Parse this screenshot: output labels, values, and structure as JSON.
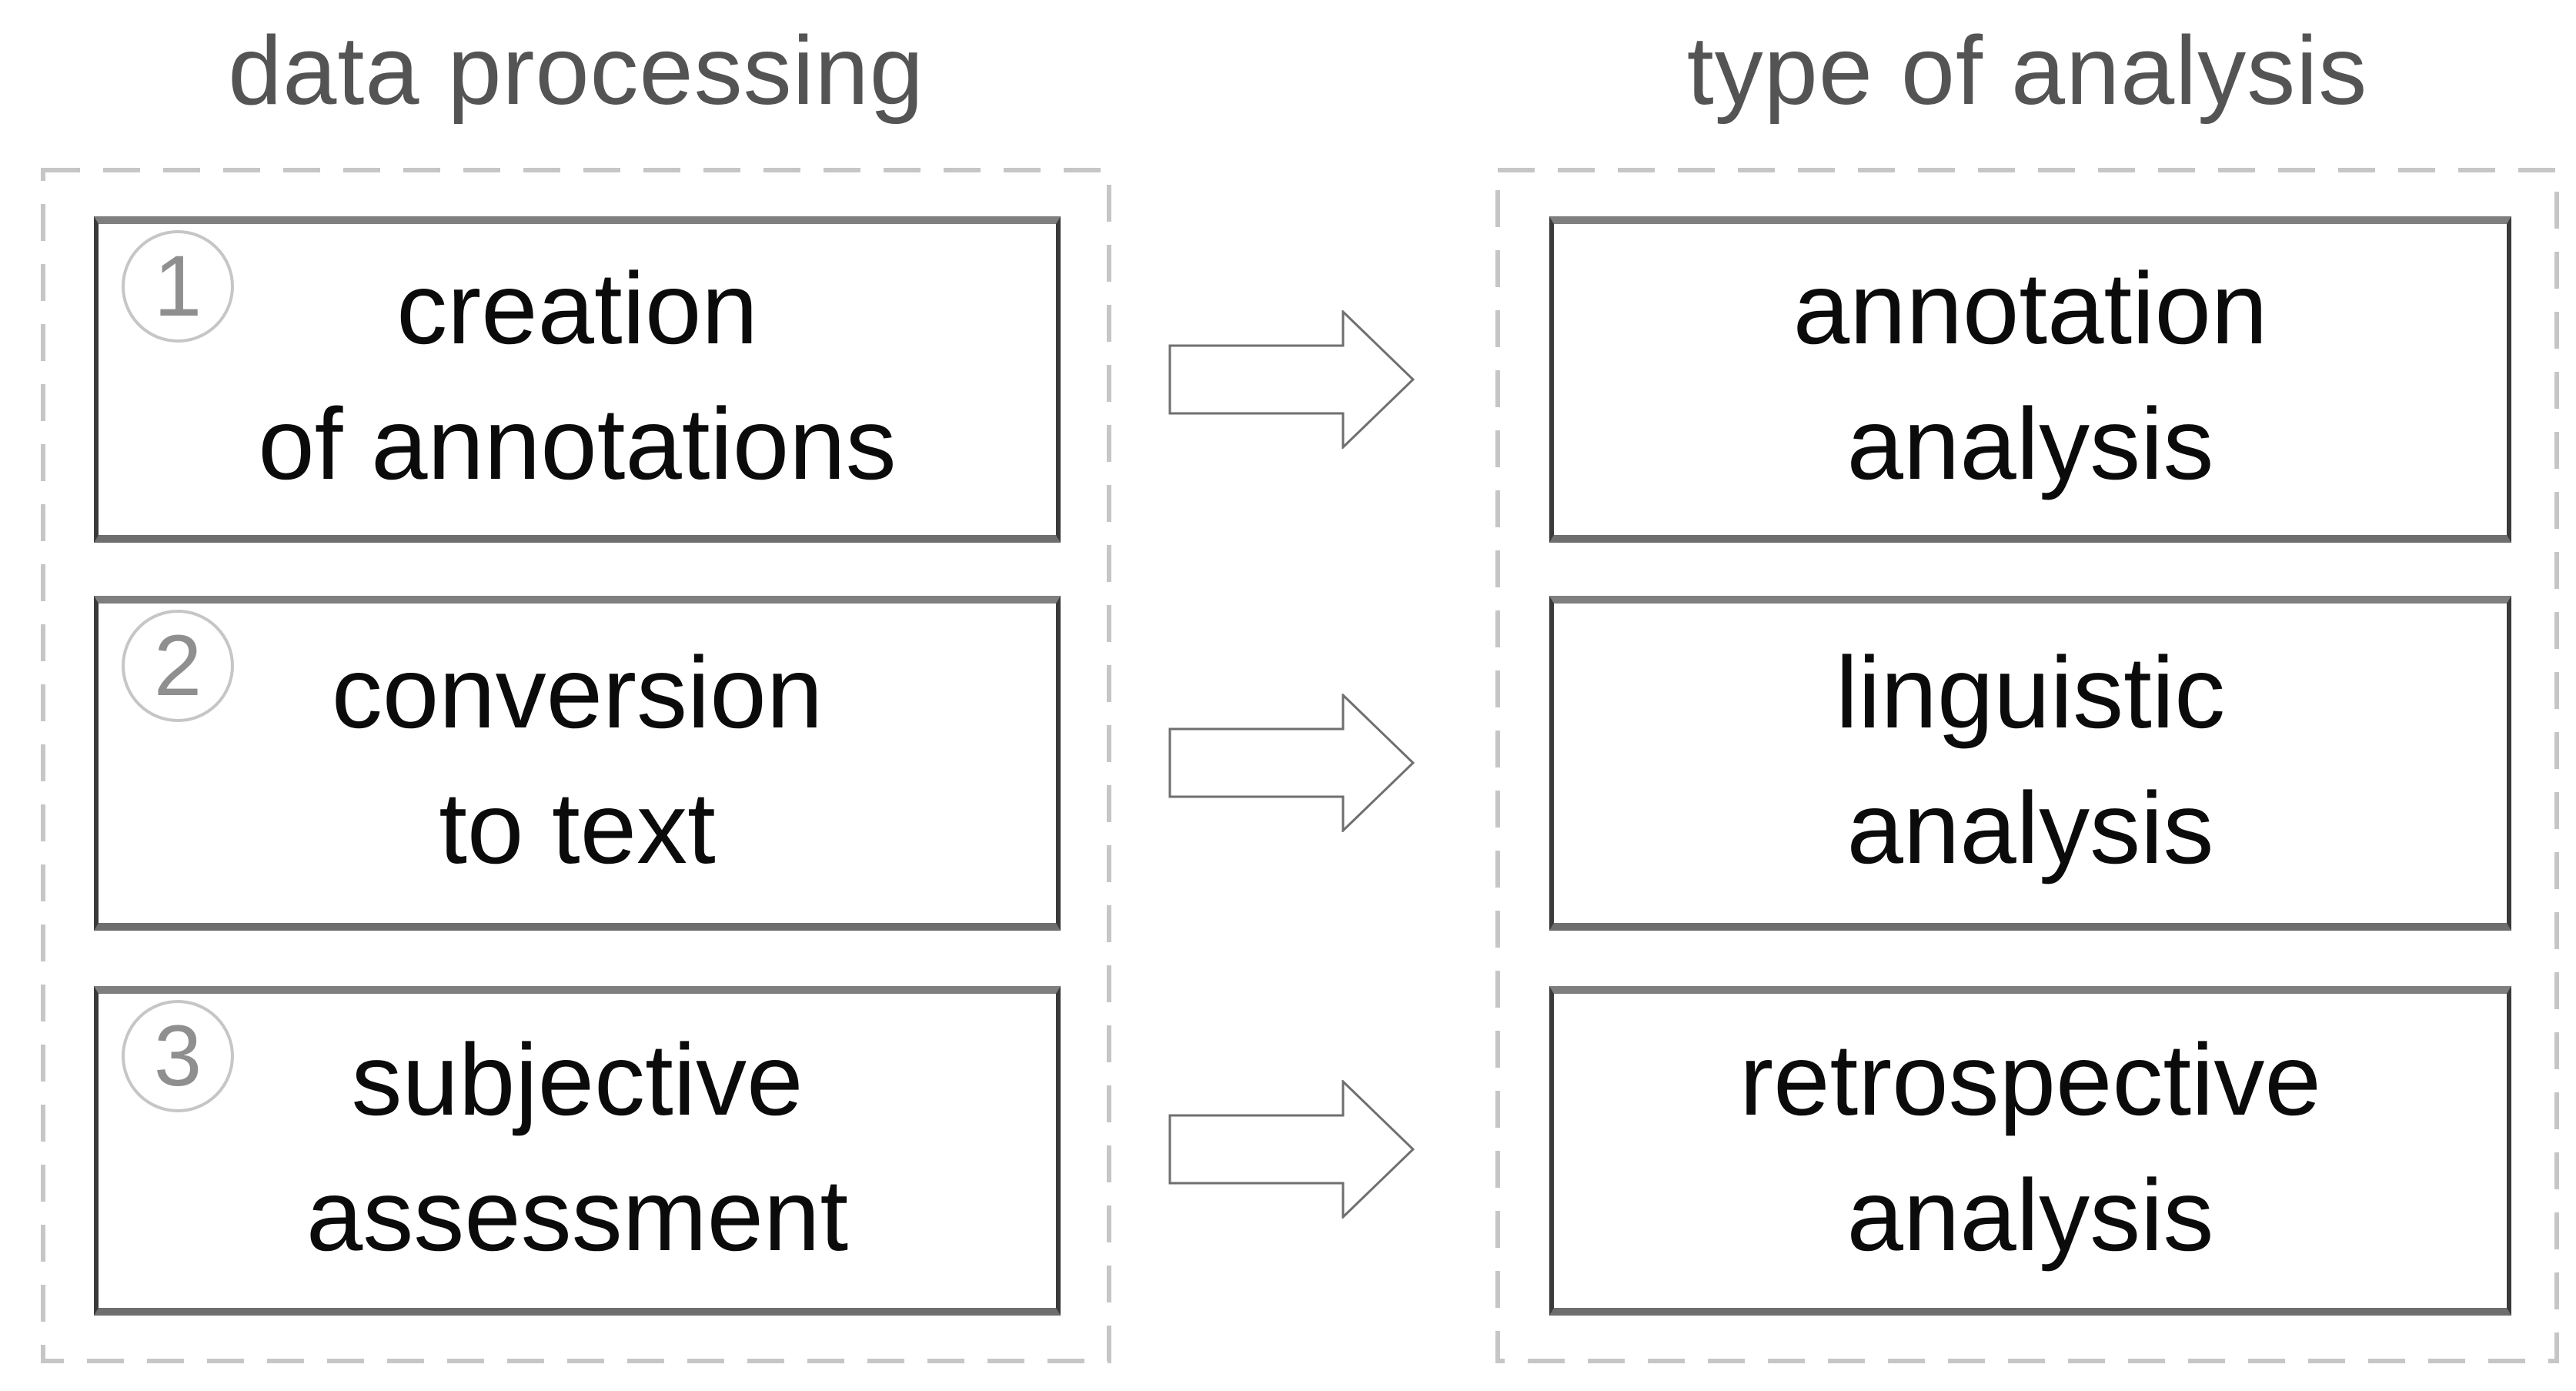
{
  "left_panel": {
    "header": "data processing",
    "boxes": [
      {
        "number": "1",
        "label": "creation\nof annotations"
      },
      {
        "number": "2",
        "label": "conversion\nto text"
      },
      {
        "number": "3",
        "label": "subjective\nassessment"
      }
    ]
  },
  "right_panel": {
    "header": "type of analysis",
    "boxes": [
      {
        "label": "annotation\nanalysis"
      },
      {
        "label": "linguistic\nanalysis"
      },
      {
        "label": "retrospective\nanalysis"
      }
    ]
  },
  "colors": {
    "background": "#ffffff",
    "header_text": "#545454",
    "box_text": "#0b0b0b",
    "box_border_side": "#3a3a3a",
    "box_border_top": "#7f7f7f",
    "dashed_container_border": "#c6c6c6",
    "number_text": "#8f8f8f",
    "number_circle_border": "#c6c6c6",
    "arrow_outline": "#6f6f6f",
    "arrow_fill": "#ffffff"
  }
}
